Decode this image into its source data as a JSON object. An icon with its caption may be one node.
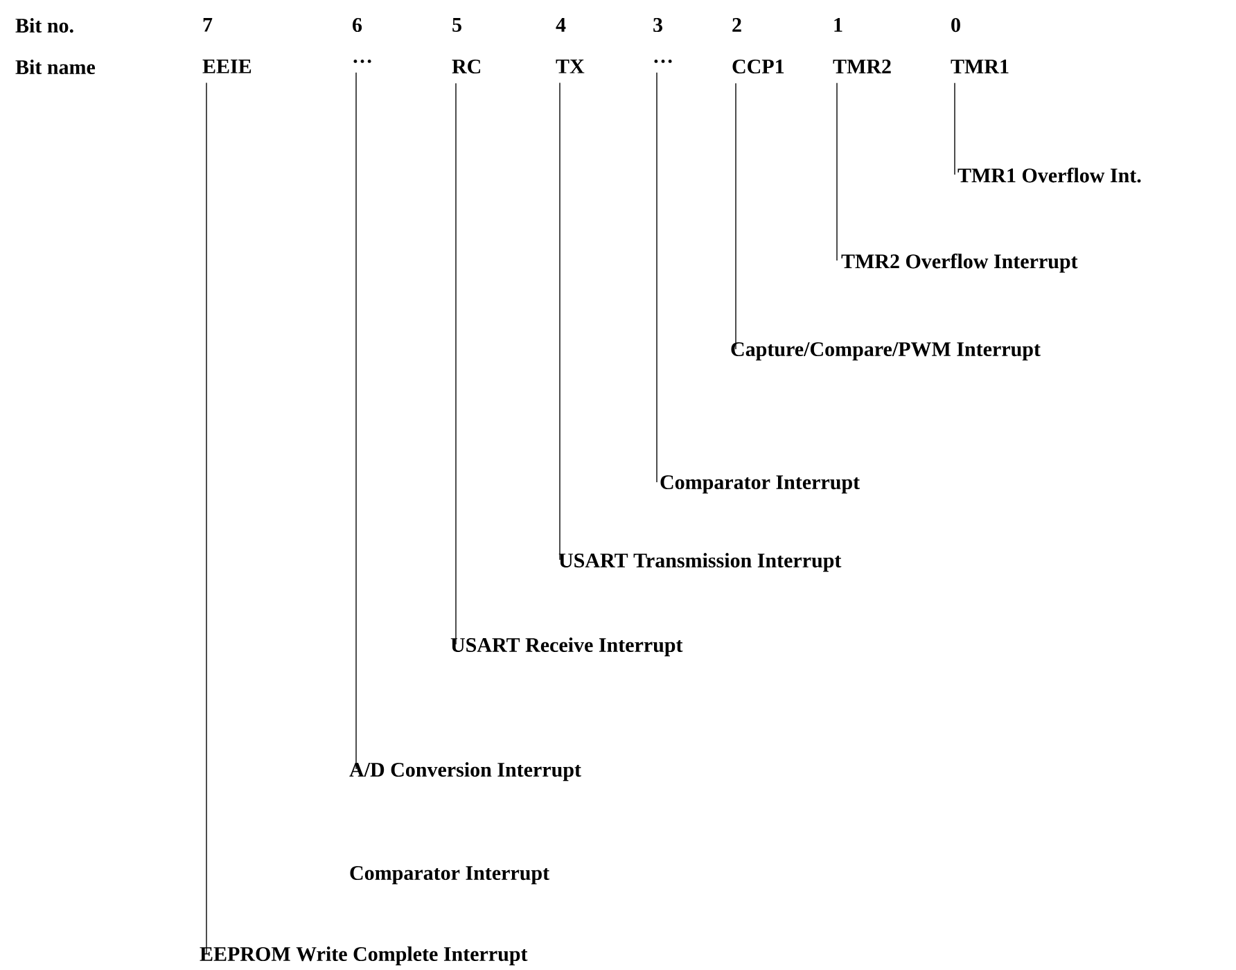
{
  "diagram": {
    "nodes": [
      {
        "text": [
          "EEIE"
        ]
      },
      {
        "text": [
          "…"
        ]
      },
      {
        "text": [
          "RC"
        ]
      },
      {
        "text": [
          "TX"
        ]
      },
      {
        "text": [
          "…"
        ]
      },
      {
        "text": [
          "CCP1"
        ]
      },
      {
        "text": [
          "TMR2"
        ]
      },
      {
        "text": [
          "TMR1"
        ]
      },
      {
        "text": [
          "TMR1 Overflow Int."
        ]
      },
      {
        "text": [
          "TMR2 Overflow Interrupt"
        ]
      },
      {
        "text": [
          "Capture/Compare/PWM Interrupt"
        ]
      },
      {
        "text": [
          "Comparator Interrupt"
        ]
      },
      {
        "text": [
          "USART Transmission Interrupt"
        ]
      },
      {
        "text": [
          "USART Receive Interrupt"
        ]
      },
      {
        "text": [
          "A/D Conversion Interrupt"
        ]
      },
      {
        "text": [
          "Comparator Interrupt"
        ]
      },
      {
        "text": [
          "EEPROM Write Complete Interrupt"
        ]
      }
    ],
    "edges": [
      {
        "from": 7,
        "to": 8,
        "arrow": "none"
      },
      {
        "from": 6,
        "to": 9,
        "arrow": "none"
      },
      {
        "from": 5,
        "to": 10,
        "arrow": "none"
      },
      {
        "from": 4,
        "to": 11,
        "arrow": "none"
      },
      {
        "from": 3,
        "to": 12,
        "arrow": "none"
      },
      {
        "from": 2,
        "to": 13,
        "arrow": "none"
      },
      {
        "from": 1,
        "to": 14,
        "arrow": "none"
      },
      {
        "from": 0,
        "to": 16,
        "arrow": "none"
      }
    ],
    "labels": [
      "Bit no.",
      "7",
      "6",
      "5",
      "4",
      "3",
      "2",
      "1",
      "0",
      "Bit name"
    ]
  }
}
